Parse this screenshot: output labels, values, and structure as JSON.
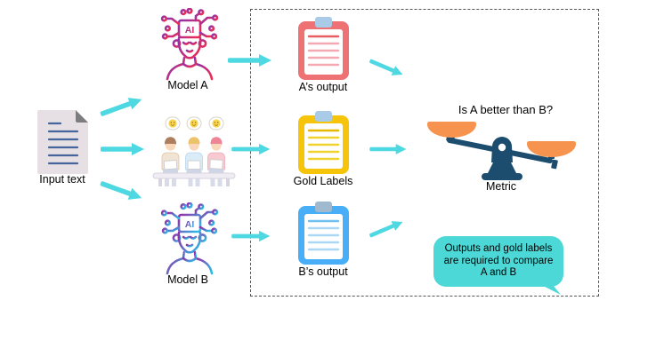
{
  "nodes": {
    "input": {
      "label": "Input text"
    },
    "model_a": {
      "label": "Model A",
      "chip": "AI"
    },
    "model_b": {
      "label": "Model B",
      "chip": "AI"
    },
    "output_a": {
      "label": "A’s output"
    },
    "gold": {
      "label": "Gold Labels"
    },
    "output_b": {
      "label": "B’s output"
    },
    "metric": {
      "question": "Is A better than B?",
      "label": "Metric"
    },
    "note": {
      "text": "Outputs and gold labels are required to compare A and B"
    }
  },
  "colors": {
    "arrow": "#4ed8e2",
    "box_border": "#555555",
    "document_fill": "#e6e0e4",
    "document_lines": "#46659c",
    "clipboard_a_frame": "#ee7173",
    "clipboard_gold_frame": "#f6c40b",
    "clipboard_b_frame": "#48aef7",
    "clip_light_blue": "#a9cbe8",
    "clip_gray_blue": "#9fb9cf",
    "scale_body": "#1d4d6e",
    "scale_pan": "#f6934e",
    "bubble": "#4cd8d6",
    "model_a_gradient": [
      "#9232a8",
      "#ef2c52"
    ],
    "model_b_gradient": [
      "#9232a8",
      "#2bbde7"
    ]
  }
}
